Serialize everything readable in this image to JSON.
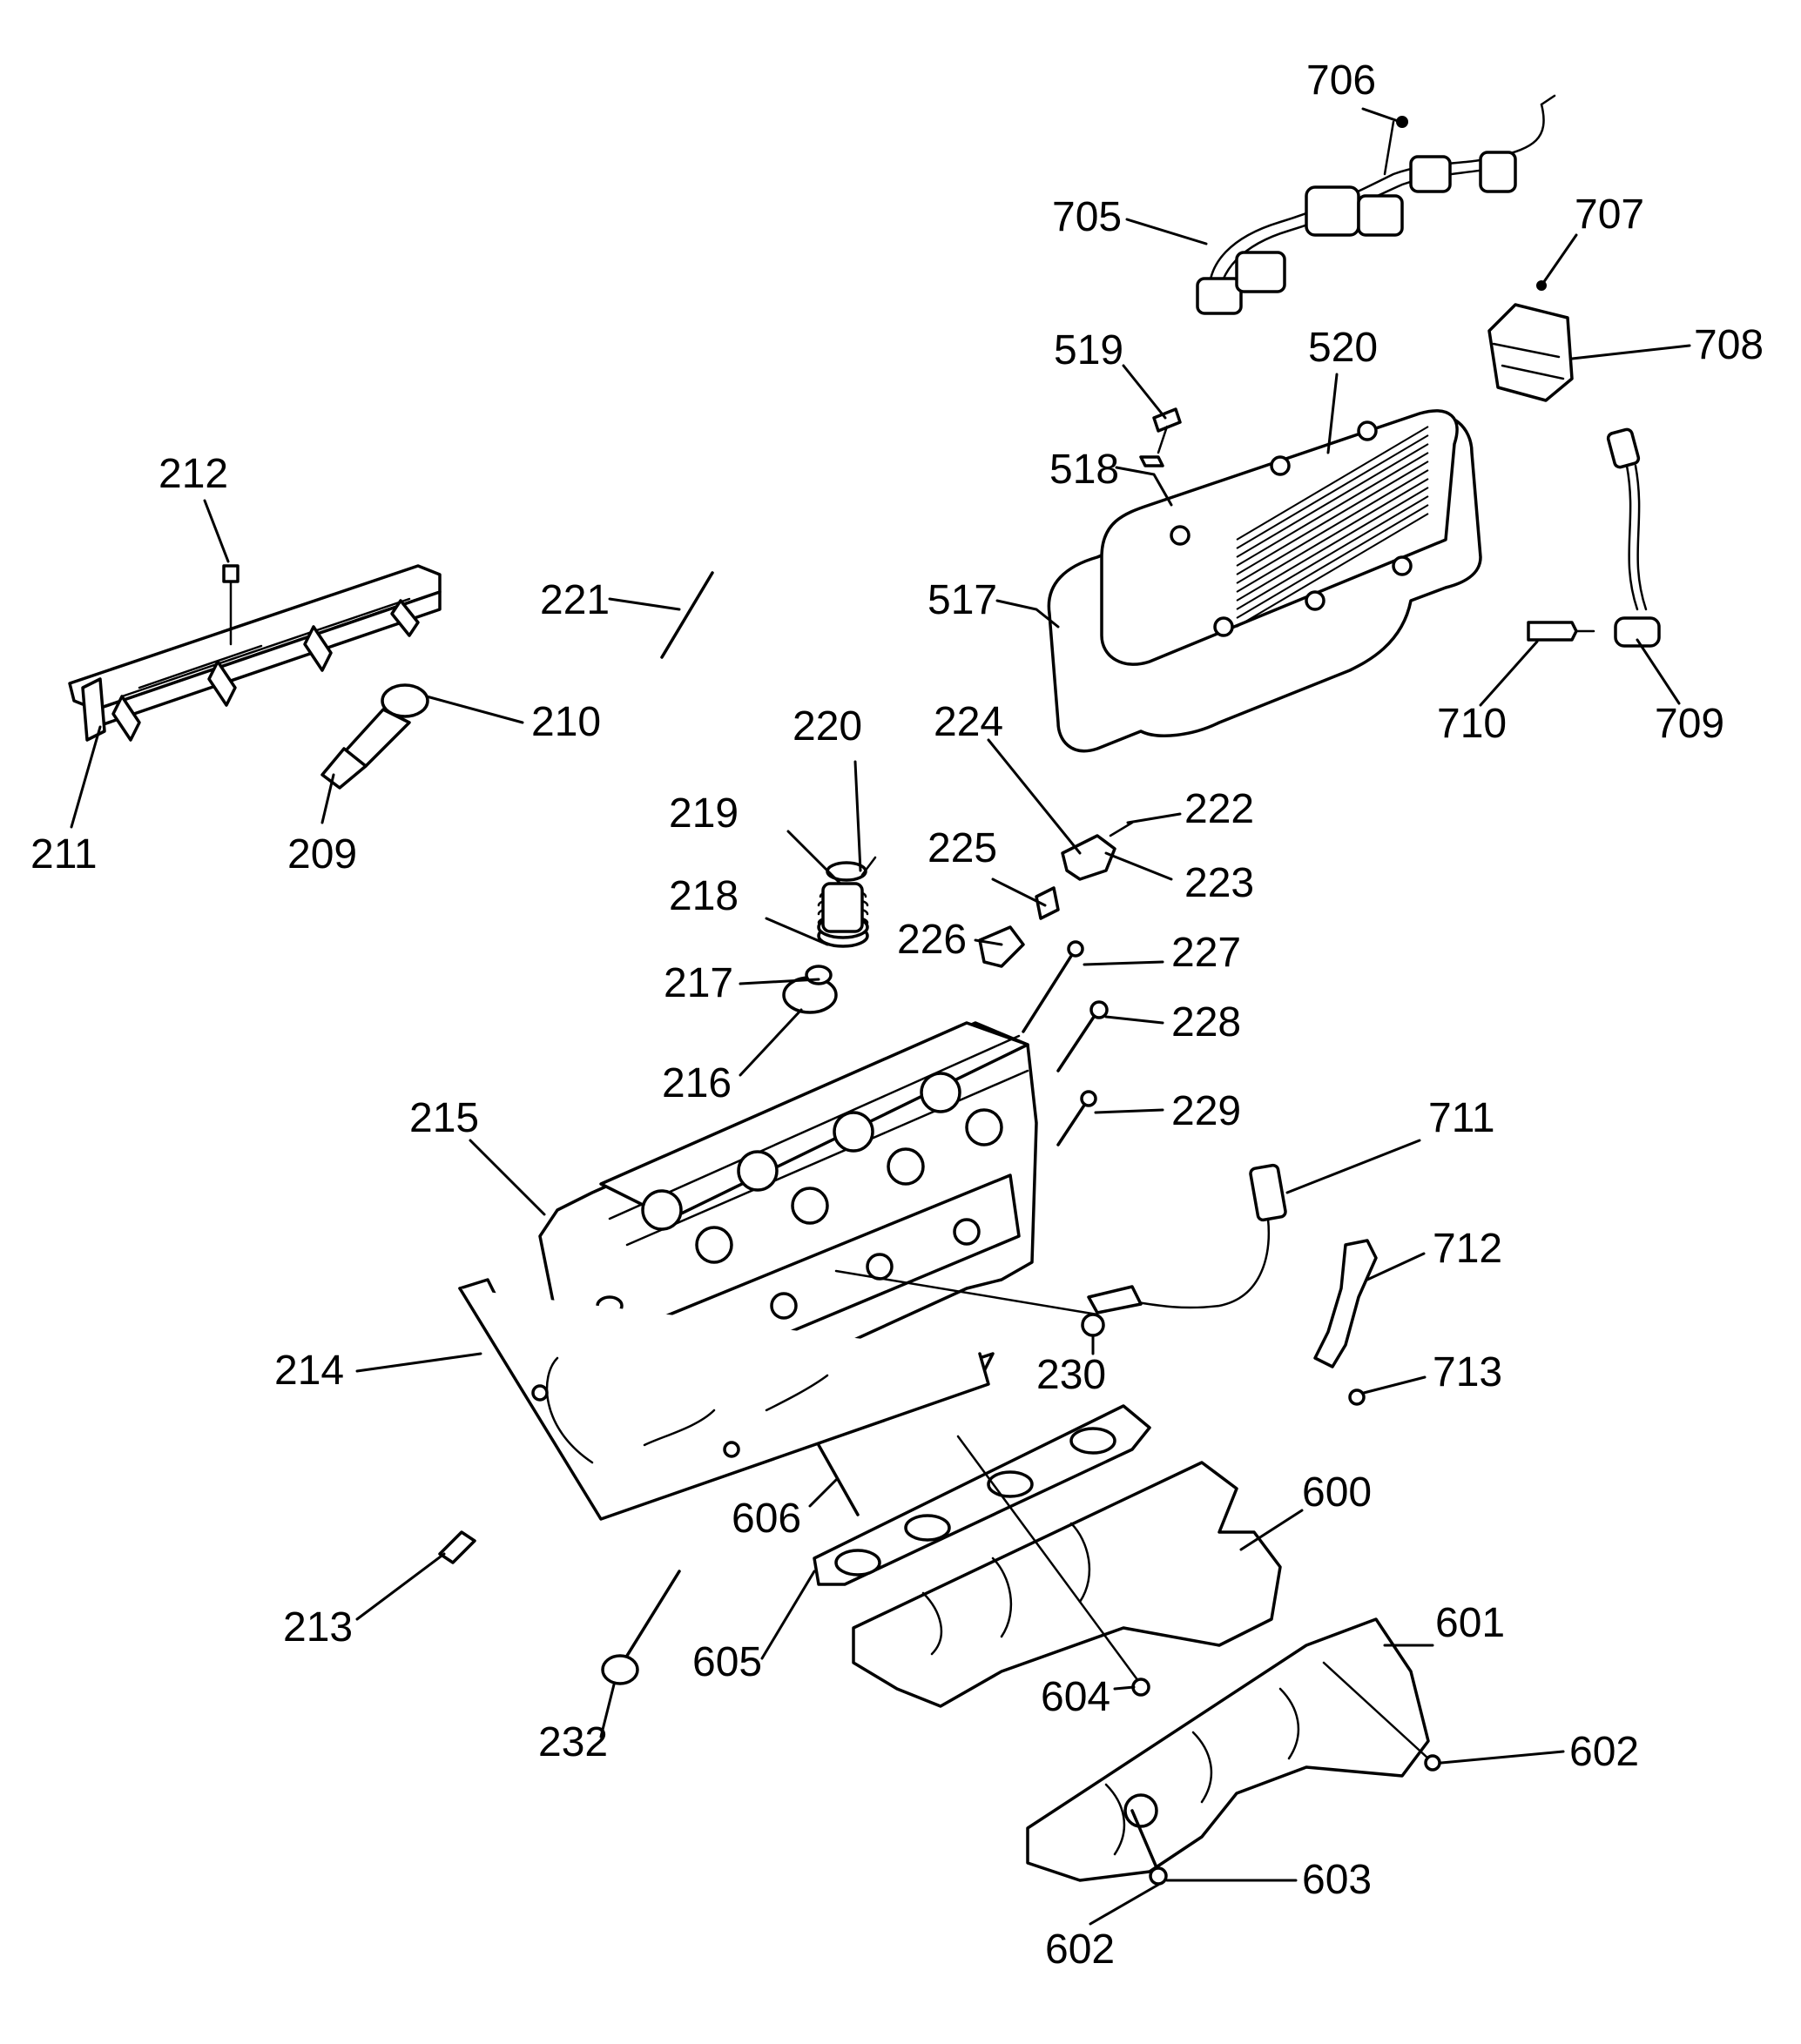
{
  "diagram": {
    "type": "exploded-parts-diagram",
    "callouts": [
      "706",
      "705",
      "707",
      "708",
      "519",
      "520",
      "518",
      "517",
      "710",
      "709",
      "212",
      "221",
      "211",
      "210",
      "209",
      "220",
      "219",
      "218",
      "217",
      "216",
      "224",
      "222",
      "225",
      "223",
      "226",
      "227",
      "228",
      "215",
      "229",
      "711",
      "712",
      "214",
      "230",
      "713",
      "606",
      "600",
      "213",
      "601",
      "605",
      "604",
      "232",
      "602",
      "603",
      "602"
    ]
  }
}
